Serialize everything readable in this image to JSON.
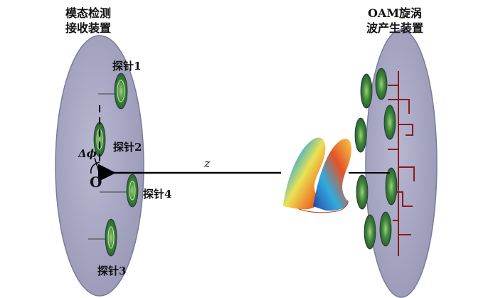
{
  "receiver": {
    "title_line1": "模态检测",
    "title_line2": "接收装置",
    "probes": [
      "探针1",
      "探针2",
      "探针3",
      "探针4"
    ],
    "origin_label": "O",
    "angle_label": "Δϕ"
  },
  "transmitter": {
    "title_line1": "OAM旋涡",
    "title_line2": "波产生装置"
  },
  "axis_label": "z",
  "colors": {
    "disk_fill": "#a7a7c4",
    "disk_stroke": "#7a7a9a",
    "antenna_green": "#3f8a3c",
    "feed_line": "#8b1a1a",
    "arrow": "#000000"
  }
}
